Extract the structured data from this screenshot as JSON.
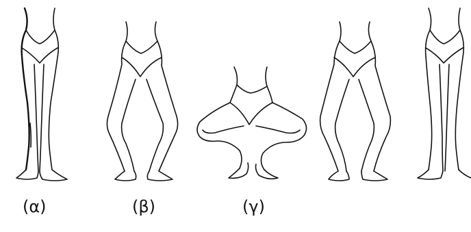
{
  "figure": {
    "labels": [
      "(α)",
      "(β)",
      "(γ)"
    ]
  }
}
